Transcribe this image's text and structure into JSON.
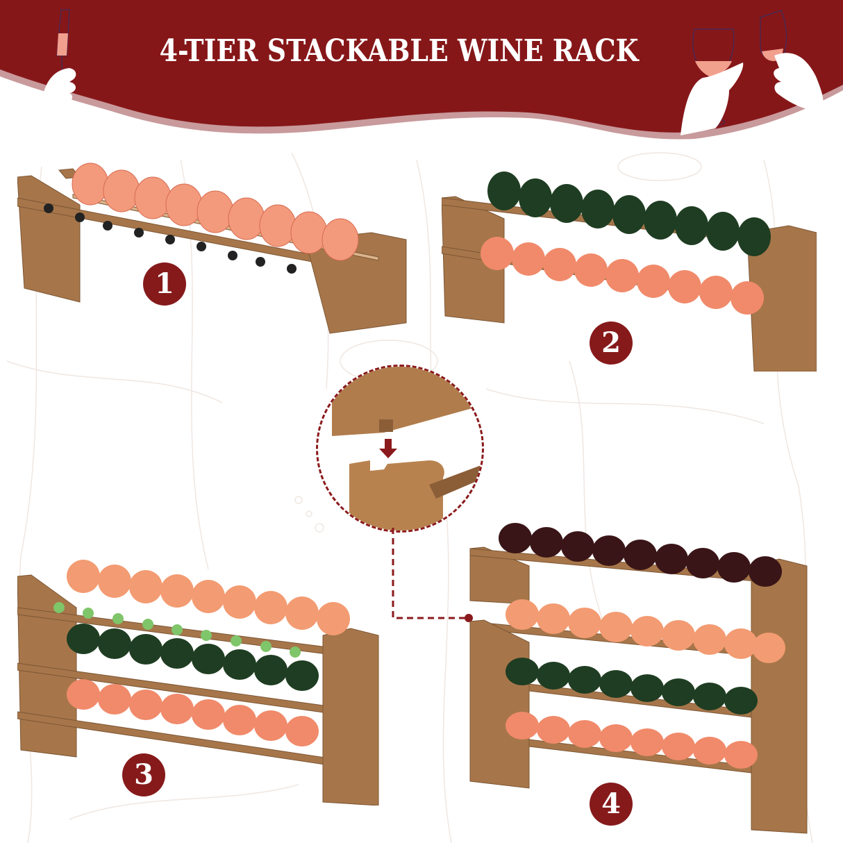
{
  "header": {
    "title": "4-TIER STACKABLE WINE RACK",
    "banner_color": "#861719",
    "banner_edge_color": "#c89a9c",
    "left_illustration": "hand-holding-champagne-flute",
    "right_illustration": "two-hands-toasting-wine-glasses"
  },
  "steps": [
    {
      "number": "1",
      "tiers": 1,
      "description": "single tier rack with rosé bottles",
      "bottles_per_tier": 9
    },
    {
      "number": "2",
      "tiers": 2,
      "description": "two stacked tiers: green bottles on top, rosé below",
      "bottles_per_tier": 9
    },
    {
      "number": "3",
      "tiers": 3,
      "description": "three stacked tiers: green-cap bottles, green bottles, rosé bottles",
      "bottles_per_tier": 9
    },
    {
      "number": "4",
      "tiers": 4,
      "description": "four stacked tiers: red bottles, green-cap bottles, green bottles, rosé bottles",
      "bottles_per_tier": 9
    }
  ],
  "detail_callout": {
    "description": "joint detail: upper side panel notch slots down onto lower panel tab",
    "arrow": "down-arrow-icon"
  },
  "colors": {
    "accent": "#861a1b",
    "wood": "#a6764a",
    "wood_dark": "#7d5533",
    "rose": "#f08a6a",
    "green_bottle": "#1f3d22",
    "red_bottle": "#3a1517",
    "lime_cap": "#7fc56a"
  }
}
